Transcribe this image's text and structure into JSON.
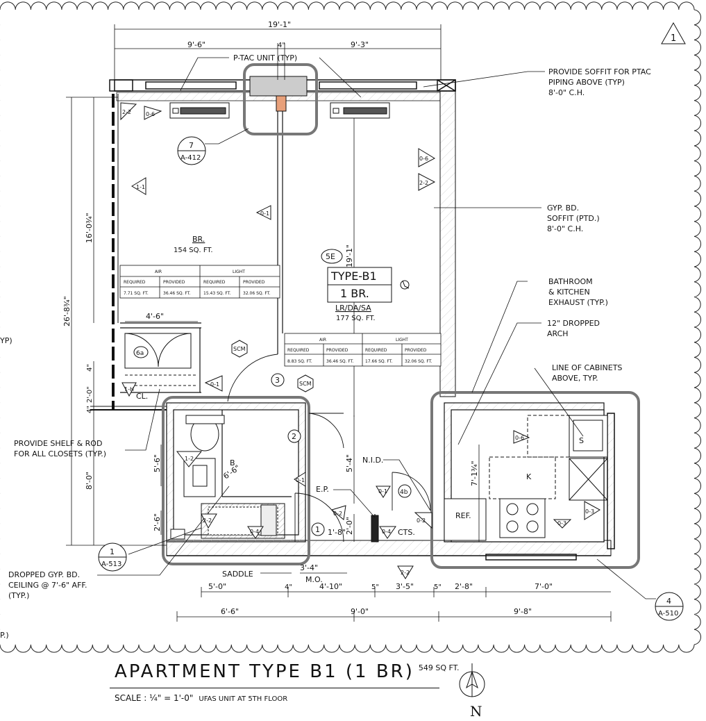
{
  "title": {
    "main": "APARTMENT TYPE B1 (1 BR)",
    "area": "549 SQ FT.",
    "scale": "SCALE : ¼\" = 1'-0\"",
    "ufas": "UFAS UNIT AT 5TH FLOOR",
    "north": "N"
  },
  "revision": "1",
  "dims": {
    "overall": "19'-1\"",
    "left_top": "9'-6\"",
    "right_top": "9'-3\"",
    "mid_top": "4\"",
    "height_total": "26'-8¾\"",
    "height_br": "16'-0¾\"",
    "w1": "4\"",
    "w2": "2'-0\"",
    "w3": "4\"",
    "h_bath": "8'-0\"",
    "cl_width": "4'-6\"",
    "bath_56": "5'-6\"",
    "bath_26": "2'-6\"",
    "bath_w": "6'-6\"",
    "d50": "5'-0\"",
    "d4a": "4\"",
    "d410": "4'-10\"",
    "d5a": "5\"",
    "d35": "3'-5\"",
    "d5b": "5\"",
    "d28": "2'-8\"",
    "d70": "7'-0\"",
    "b66": "6'-6\"",
    "b90": "9'-0\"",
    "b98": "9'-8\"",
    "mo": "3'-4\"",
    "mo_label": "M.O.",
    "d18": "1'-8\"",
    "d20": "2'-0\"",
    "d54": "5'-4\"",
    "d71": "7'-1¾\"",
    "d191": "19'-1\"",
    "b_dia": "6'-6\"",
    "b_50": "5'-0\""
  },
  "callouts": {
    "ptac": "P-TAC UNIT (TYP)",
    "soffit_ptac": [
      "PROVIDE SOFFIT FOR PTAC",
      "PIPING ABOVE (TYP)",
      "8'-0\" C.H."
    ],
    "gyp_soffit": [
      "GYP. BD.",
      "SOFFIT (PTD.)",
      "8'-0\" C.H."
    ],
    "exhaust": [
      "BATHROOM",
      "& KITCHEN",
      "EXHAUST (TYP.)"
    ],
    "arch": [
      "12\" DROPPED",
      "ARCH"
    ],
    "cabinets": [
      "LINE OF CABINETS",
      "ABOVE, TYP."
    ],
    "shelf": [
      "PROVIDE SHELF & ROD",
      "FOR ALL CLOSETS (TYP.)"
    ],
    "ceiling": [
      "DROPPED GYP. BD.",
      "CEILING @ 7'-6\" AFF.",
      "(TYP.)"
    ],
    "saddle": "SADDLE",
    "nid": "N.I.D.",
    "ep": "E.P.",
    "cts": "CTS.",
    "ref": "REF.",
    "k": "K",
    "cl": "CL.",
    "b": "B",
    "s": "S",
    "typ_left": "YP)",
    "p_left": "P.)"
  },
  "rooms": {
    "br": {
      "name": "BR.",
      "area": "154 SQ. FT."
    },
    "lr": {
      "name": "LR/DA/SA",
      "area": "177 SQ. FT."
    },
    "type": "TYPE-B1",
    "type_sub": "1 BR.",
    "unit": "5E"
  },
  "tags": {
    "detail7": [
      "7",
      "A-412"
    ],
    "detail1": [
      "1",
      "A-513"
    ],
    "detail4": [
      "4",
      "A-510"
    ],
    "n3": "3",
    "n2": "2",
    "n1": "1",
    "n4b": "4b",
    "n6a": "6a",
    "scm": "SCM",
    "e01": "0-1",
    "e02": "0-2",
    "e03": "0-3",
    "e04": "0-4",
    "e06": "0-6",
    "e11": "1-1",
    "e12": "1-2",
    "e22": "2-2",
    "e2h": "1-H",
    "e01v": "0-1"
  },
  "table_br": {
    "headers": [
      "AIR",
      "LIGHT"
    ],
    "sub": [
      "REQUIRED",
      "PROVIDED",
      "REQUIRED",
      "PROVIDED"
    ],
    "vals": [
      "7.71 SQ. FT.",
      "36.46 SQ. FT.",
      "15.43 SQ. FT.",
      "32.06 SQ. FT."
    ]
  },
  "table_lr": {
    "headers": [
      "AIR",
      "LIGHT"
    ],
    "sub": [
      "REQUIRED",
      "PROVIDED",
      "REQUIRED",
      "PROVIDED"
    ],
    "vals": [
      "8.83 SQ. FT.",
      "36.46 SQ. FT.",
      "17.66 SQ. FT.",
      "32.06 SQ. FT."
    ]
  }
}
